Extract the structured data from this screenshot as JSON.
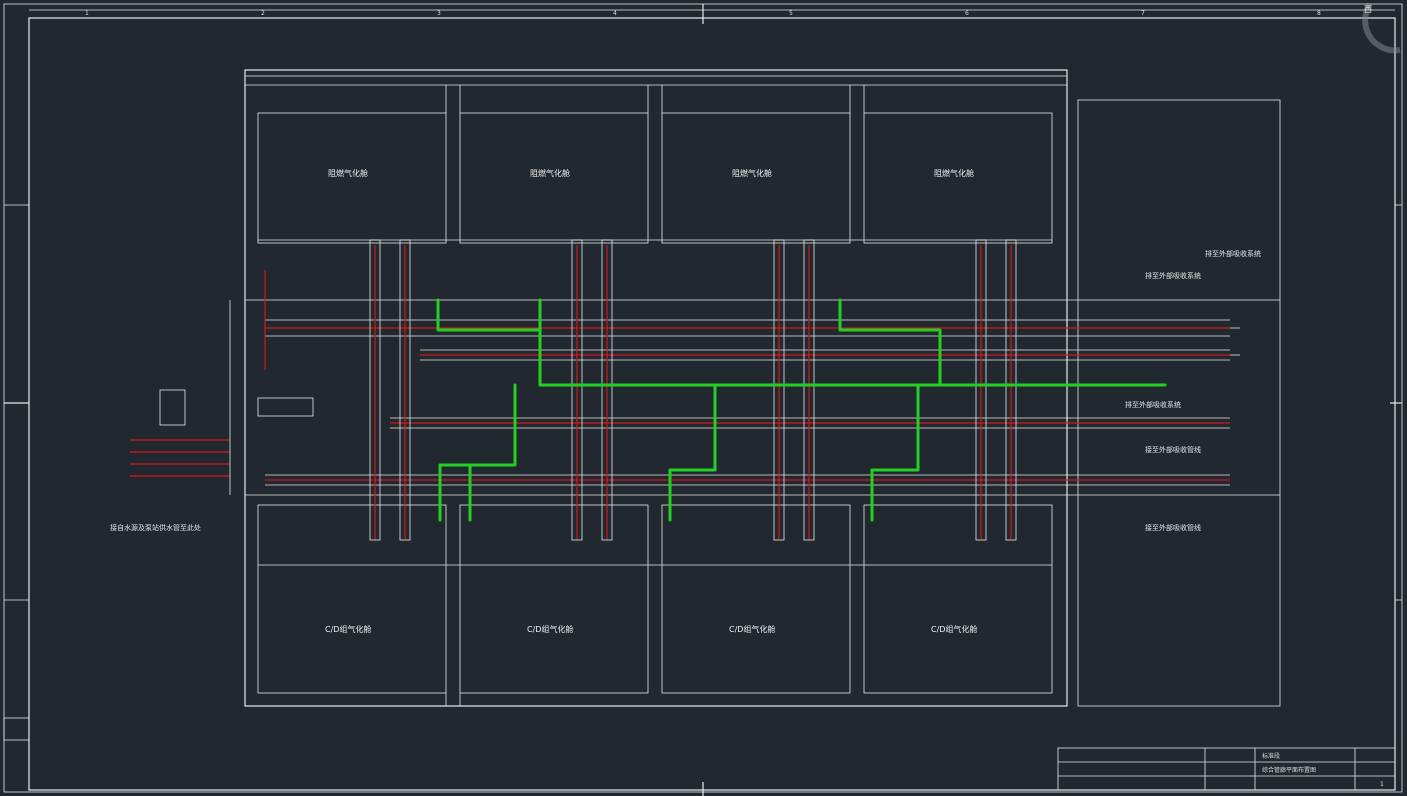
{
  "drawing": {
    "compass_label": "西",
    "title_block": {
      "drawing_title": "综合管廊平面布置图",
      "project": "标准段",
      "sheet": "1"
    },
    "palette": {
      "background": "#212830",
      "linework": "#e9e9e9",
      "pipe_red": "#d01818",
      "pipe_green": "#22d022"
    },
    "room_labels_top": [
      "阻燃气化舱",
      "阻燃气化舱",
      "阻燃气化舱",
      "阻燃气化舱"
    ],
    "room_labels_bottom": [
      "C/D组气化舱",
      "C/D组气化舱",
      "C/D组气化舱",
      "C/D组气化舱"
    ],
    "side_notes_right": [
      "排至外部吸收系统",
      "排至外部吸收系统",
      "接至外部吸收管线",
      "接至外部吸收管线",
      "排至外部吸收系统"
    ],
    "left_note": "接自水源及泵站供水管至此处"
  }
}
